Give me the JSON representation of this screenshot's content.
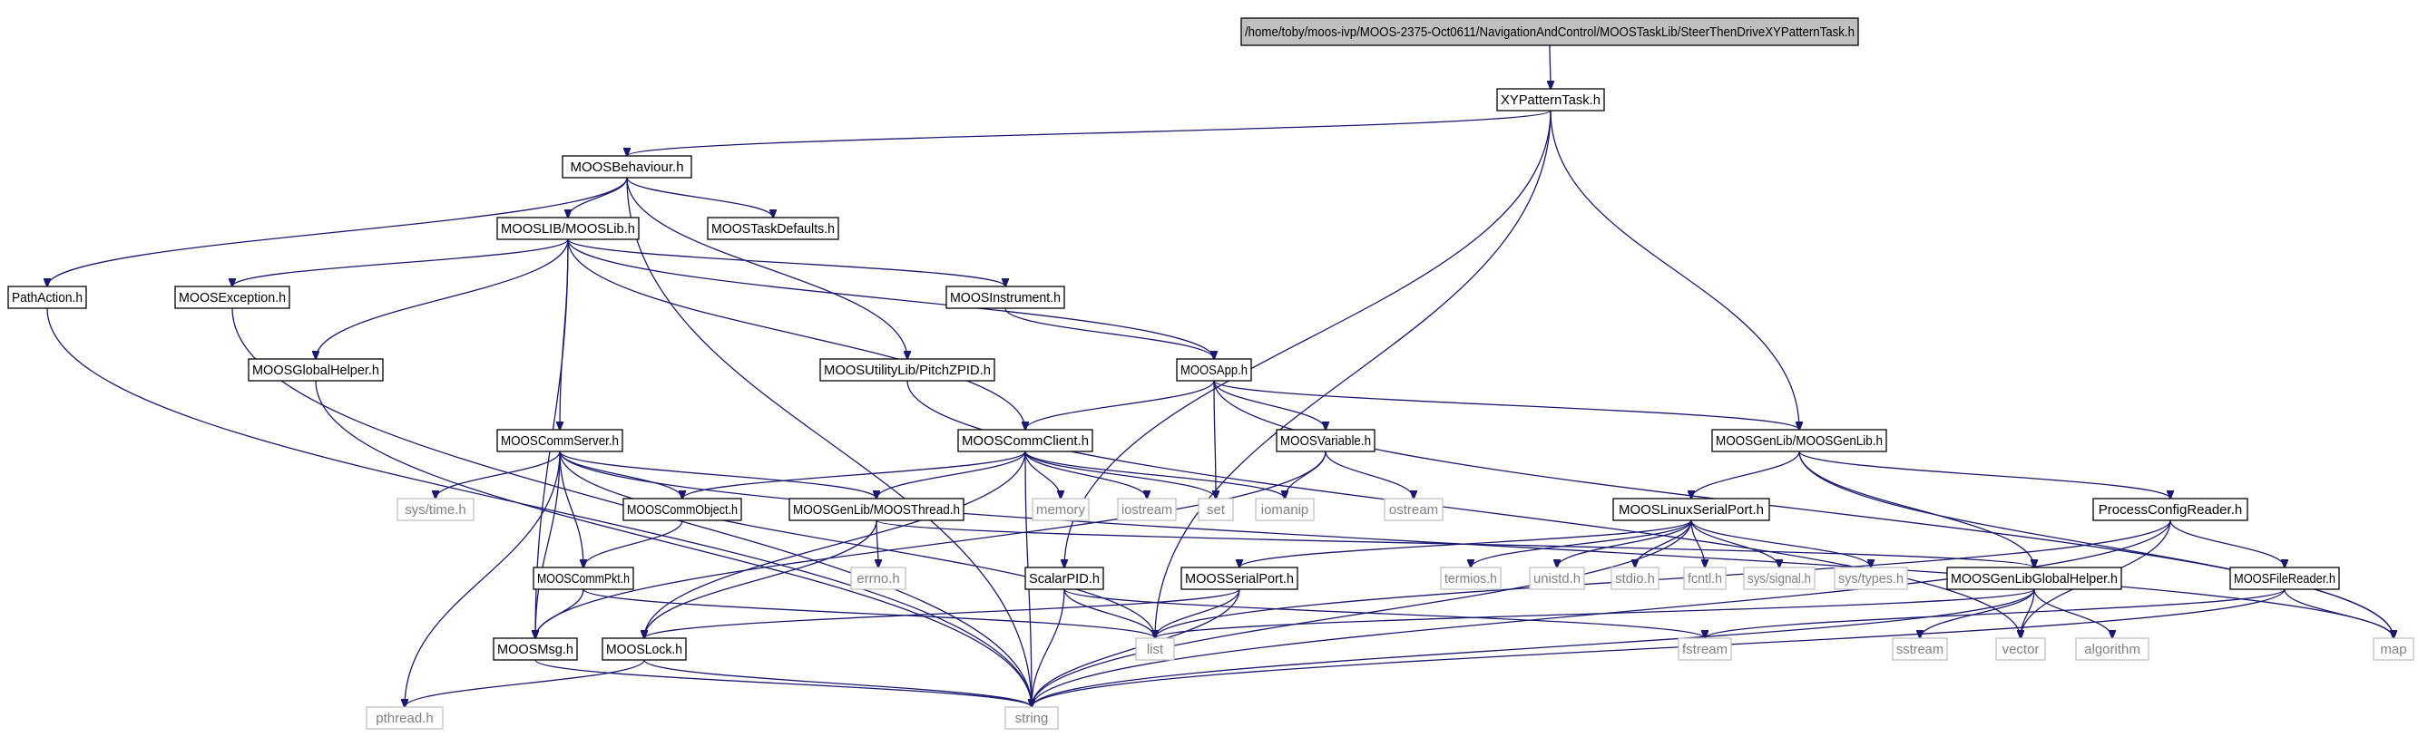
{
  "colors": {
    "edge": "#191970",
    "root_fill": "#bfbfbf",
    "local_border": "#000000",
    "system_border": "#bfbfbf",
    "system_text": "#808080"
  },
  "nodes": [
    {
      "id": "root",
      "label": "/home/toby/moos-ivp/MOOS-2375-Oct0611/NavigationAndControl/MOOSTaskLib/SteerThenDriveXYPatternTask.h",
      "kind": "root"
    },
    {
      "id": "xypattern",
      "label": "XYPatternTask.h",
      "kind": "local"
    },
    {
      "id": "behaviour",
      "label": "MOOSBehaviour.h",
      "kind": "local"
    },
    {
      "id": "pathaction",
      "label": "PathAction.h",
      "kind": "local"
    },
    {
      "id": "mooslib",
      "label": "MOOSLIB/MOOSLib.h",
      "kind": "local"
    },
    {
      "id": "taskdefaults",
      "label": "MOOSTaskDefaults.h",
      "kind": "local"
    },
    {
      "id": "exception",
      "label": "MOOSException.h",
      "kind": "local"
    },
    {
      "id": "instrument",
      "label": "MOOSInstrument.h",
      "kind": "local"
    },
    {
      "id": "globalhelper",
      "label": "MOOSGlobalHelper.h",
      "kind": "local"
    },
    {
      "id": "pitchzpid",
      "label": "MOOSUtilityLib/PitchZPID.h",
      "kind": "local"
    },
    {
      "id": "moosapp",
      "label": "MOOSApp.h",
      "kind": "local"
    },
    {
      "id": "commserver",
      "label": "MOOSCommServer.h",
      "kind": "local"
    },
    {
      "id": "commclient",
      "label": "MOOSCommClient.h",
      "kind": "local"
    },
    {
      "id": "moosvariable",
      "label": "MOOSVariable.h",
      "kind": "local"
    },
    {
      "id": "genlib",
      "label": "MOOSGenLib/MOOSGenLib.h",
      "kind": "local"
    },
    {
      "id": "systime",
      "label": "sys/time.h",
      "kind": "system"
    },
    {
      "id": "commobject",
      "label": "MOOSCommObject.h",
      "kind": "local"
    },
    {
      "id": "moosthread",
      "label": "MOOSGenLib/MOOSThread.h",
      "kind": "local"
    },
    {
      "id": "memory",
      "label": "memory",
      "kind": "system"
    },
    {
      "id": "iostream",
      "label": "iostream",
      "kind": "system"
    },
    {
      "id": "set",
      "label": "set",
      "kind": "system"
    },
    {
      "id": "iomanip",
      "label": "iomanip",
      "kind": "system"
    },
    {
      "id": "ostream",
      "label": "ostream",
      "kind": "system"
    },
    {
      "id": "linuxserial",
      "label": "MOOSLinuxSerialPort.h",
      "kind": "local"
    },
    {
      "id": "processconfig",
      "label": "ProcessConfigReader.h",
      "kind": "local"
    },
    {
      "id": "commpkt",
      "label": "MOOSCommPkt.h",
      "kind": "local"
    },
    {
      "id": "errno",
      "label": "errno.h",
      "kind": "system"
    },
    {
      "id": "scalarpid",
      "label": "ScalarPID.h",
      "kind": "local"
    },
    {
      "id": "serialport",
      "label": "MOOSSerialPort.h",
      "kind": "local"
    },
    {
      "id": "termios",
      "label": "termios.h",
      "kind": "system"
    },
    {
      "id": "unistd",
      "label": "unistd.h",
      "kind": "system"
    },
    {
      "id": "stdio",
      "label": "stdio.h",
      "kind": "system"
    },
    {
      "id": "fcntl",
      "label": "fcntl.h",
      "kind": "system"
    },
    {
      "id": "syssignal",
      "label": "sys/signal.h",
      "kind": "system"
    },
    {
      "id": "systypes",
      "label": "sys/types.h",
      "kind": "system"
    },
    {
      "id": "genlibhelper",
      "label": "MOOSGenLibGlobalHelper.h",
      "kind": "local"
    },
    {
      "id": "filereader",
      "label": "MOOSFileReader.h",
      "kind": "local"
    },
    {
      "id": "moosmsg",
      "label": "MOOSMsg.h",
      "kind": "local"
    },
    {
      "id": "mooslock",
      "label": "MOOSLock.h",
      "kind": "local"
    },
    {
      "id": "list",
      "label": "list",
      "kind": "system"
    },
    {
      "id": "fstream",
      "label": "fstream",
      "kind": "system"
    },
    {
      "id": "sstream",
      "label": "sstream",
      "kind": "system"
    },
    {
      "id": "vector",
      "label": "vector",
      "kind": "system"
    },
    {
      "id": "algorithm",
      "label": "algorithm",
      "kind": "system"
    },
    {
      "id": "map",
      "label": "map",
      "kind": "system"
    },
    {
      "id": "pthread",
      "label": "pthread.h",
      "kind": "system"
    },
    {
      "id": "string",
      "label": "string",
      "kind": "system"
    }
  ],
  "edges": [
    [
      "root",
      "xypattern"
    ],
    [
      "xypattern",
      "behaviour"
    ],
    [
      "xypattern",
      "genlib"
    ],
    [
      "xypattern",
      "scalarpid"
    ],
    [
      "xypattern",
      "list"
    ],
    [
      "behaviour",
      "pathaction"
    ],
    [
      "behaviour",
      "mooslib"
    ],
    [
      "behaviour",
      "taskdefaults"
    ],
    [
      "behaviour",
      "pitchzpid"
    ],
    [
      "behaviour",
      "string"
    ],
    [
      "pathaction",
      "string"
    ],
    [
      "mooslib",
      "exception"
    ],
    [
      "mooslib",
      "instrument"
    ],
    [
      "mooslib",
      "globalhelper"
    ],
    [
      "mooslib",
      "moosapp"
    ],
    [
      "mooslib",
      "commserver"
    ],
    [
      "mooslib",
      "commclient"
    ],
    [
      "mooslib",
      "moosmsg"
    ],
    [
      "exception",
      "string"
    ],
    [
      "instrument",
      "moosapp"
    ],
    [
      "globalhelper",
      "string"
    ],
    [
      "pitchzpid",
      "vector"
    ],
    [
      "moosapp",
      "commclient"
    ],
    [
      "moosapp",
      "moosvariable"
    ],
    [
      "moosapp",
      "genlib"
    ],
    [
      "moosapp",
      "set"
    ],
    [
      "moosapp",
      "map"
    ],
    [
      "commserver",
      "systime"
    ],
    [
      "commserver",
      "commobject"
    ],
    [
      "commserver",
      "moosthread"
    ],
    [
      "commserver",
      "commpkt"
    ],
    [
      "commserver",
      "moosmsg"
    ],
    [
      "commserver",
      "list"
    ],
    [
      "commserver",
      "pthread"
    ],
    [
      "commserver",
      "map"
    ],
    [
      "commclient",
      "commobject"
    ],
    [
      "commclient",
      "moosthread"
    ],
    [
      "commclient",
      "memory"
    ],
    [
      "commclient",
      "iostream"
    ],
    [
      "commclient",
      "set"
    ],
    [
      "commclient",
      "iomanip"
    ],
    [
      "commclient",
      "mooslock"
    ],
    [
      "commclient",
      "string"
    ],
    [
      "moosvariable",
      "iomanip"
    ],
    [
      "moosvariable",
      "ostream"
    ],
    [
      "moosvariable",
      "moosmsg"
    ],
    [
      "genlib",
      "linuxserial"
    ],
    [
      "genlib",
      "processconfig"
    ],
    [
      "genlib",
      "genlibhelper"
    ],
    [
      "genlib",
      "map"
    ],
    [
      "commobject",
      "commpkt"
    ],
    [
      "moosthread",
      "errno"
    ],
    [
      "moosthread",
      "mooslock"
    ],
    [
      "moosthread",
      "genlibhelper"
    ],
    [
      "linuxserial",
      "serialport"
    ],
    [
      "linuxserial",
      "termios"
    ],
    [
      "linuxserial",
      "unistd"
    ],
    [
      "linuxserial",
      "stdio"
    ],
    [
      "linuxserial",
      "fcntl"
    ],
    [
      "linuxserial",
      "syssignal"
    ],
    [
      "linuxserial",
      "systypes"
    ],
    [
      "linuxserial",
      "string"
    ],
    [
      "processconfig",
      "filereader"
    ],
    [
      "processconfig",
      "vector"
    ],
    [
      "processconfig",
      "string"
    ],
    [
      "processconfig",
      "list"
    ],
    [
      "commpkt",
      "moosmsg"
    ],
    [
      "commpkt",
      "list"
    ],
    [
      "scalarpid",
      "list"
    ],
    [
      "scalarpid",
      "string"
    ],
    [
      "scalarpid",
      "fstream"
    ],
    [
      "serialport",
      "mooslock"
    ],
    [
      "serialport",
      "list"
    ],
    [
      "serialport",
      "string"
    ],
    [
      "genlibhelper",
      "list"
    ],
    [
      "genlibhelper",
      "string"
    ],
    [
      "genlibhelper",
      "sstream"
    ],
    [
      "genlibhelper",
      "vector"
    ],
    [
      "genlibhelper",
      "algorithm"
    ],
    [
      "filereader",
      "fstream"
    ],
    [
      "filereader",
      "map"
    ],
    [
      "filereader",
      "string"
    ],
    [
      "moosmsg",
      "string"
    ],
    [
      "mooslock",
      "pthread"
    ],
    [
      "mooslock",
      "string"
    ]
  ]
}
